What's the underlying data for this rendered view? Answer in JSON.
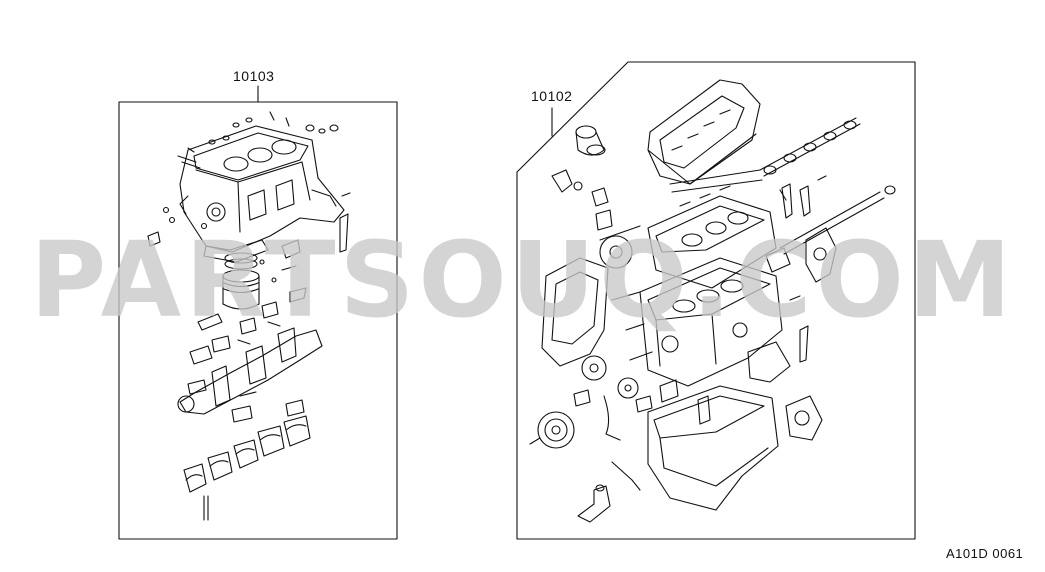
{
  "labels": {
    "short_block": "10103",
    "complete_engine": "10102",
    "figure_code": "A101D 0061"
  },
  "watermark": "PARTSOUQ.COM",
  "colors": {
    "line": "#111111",
    "watermark": "#c9c9c9",
    "background": "#ffffff"
  }
}
